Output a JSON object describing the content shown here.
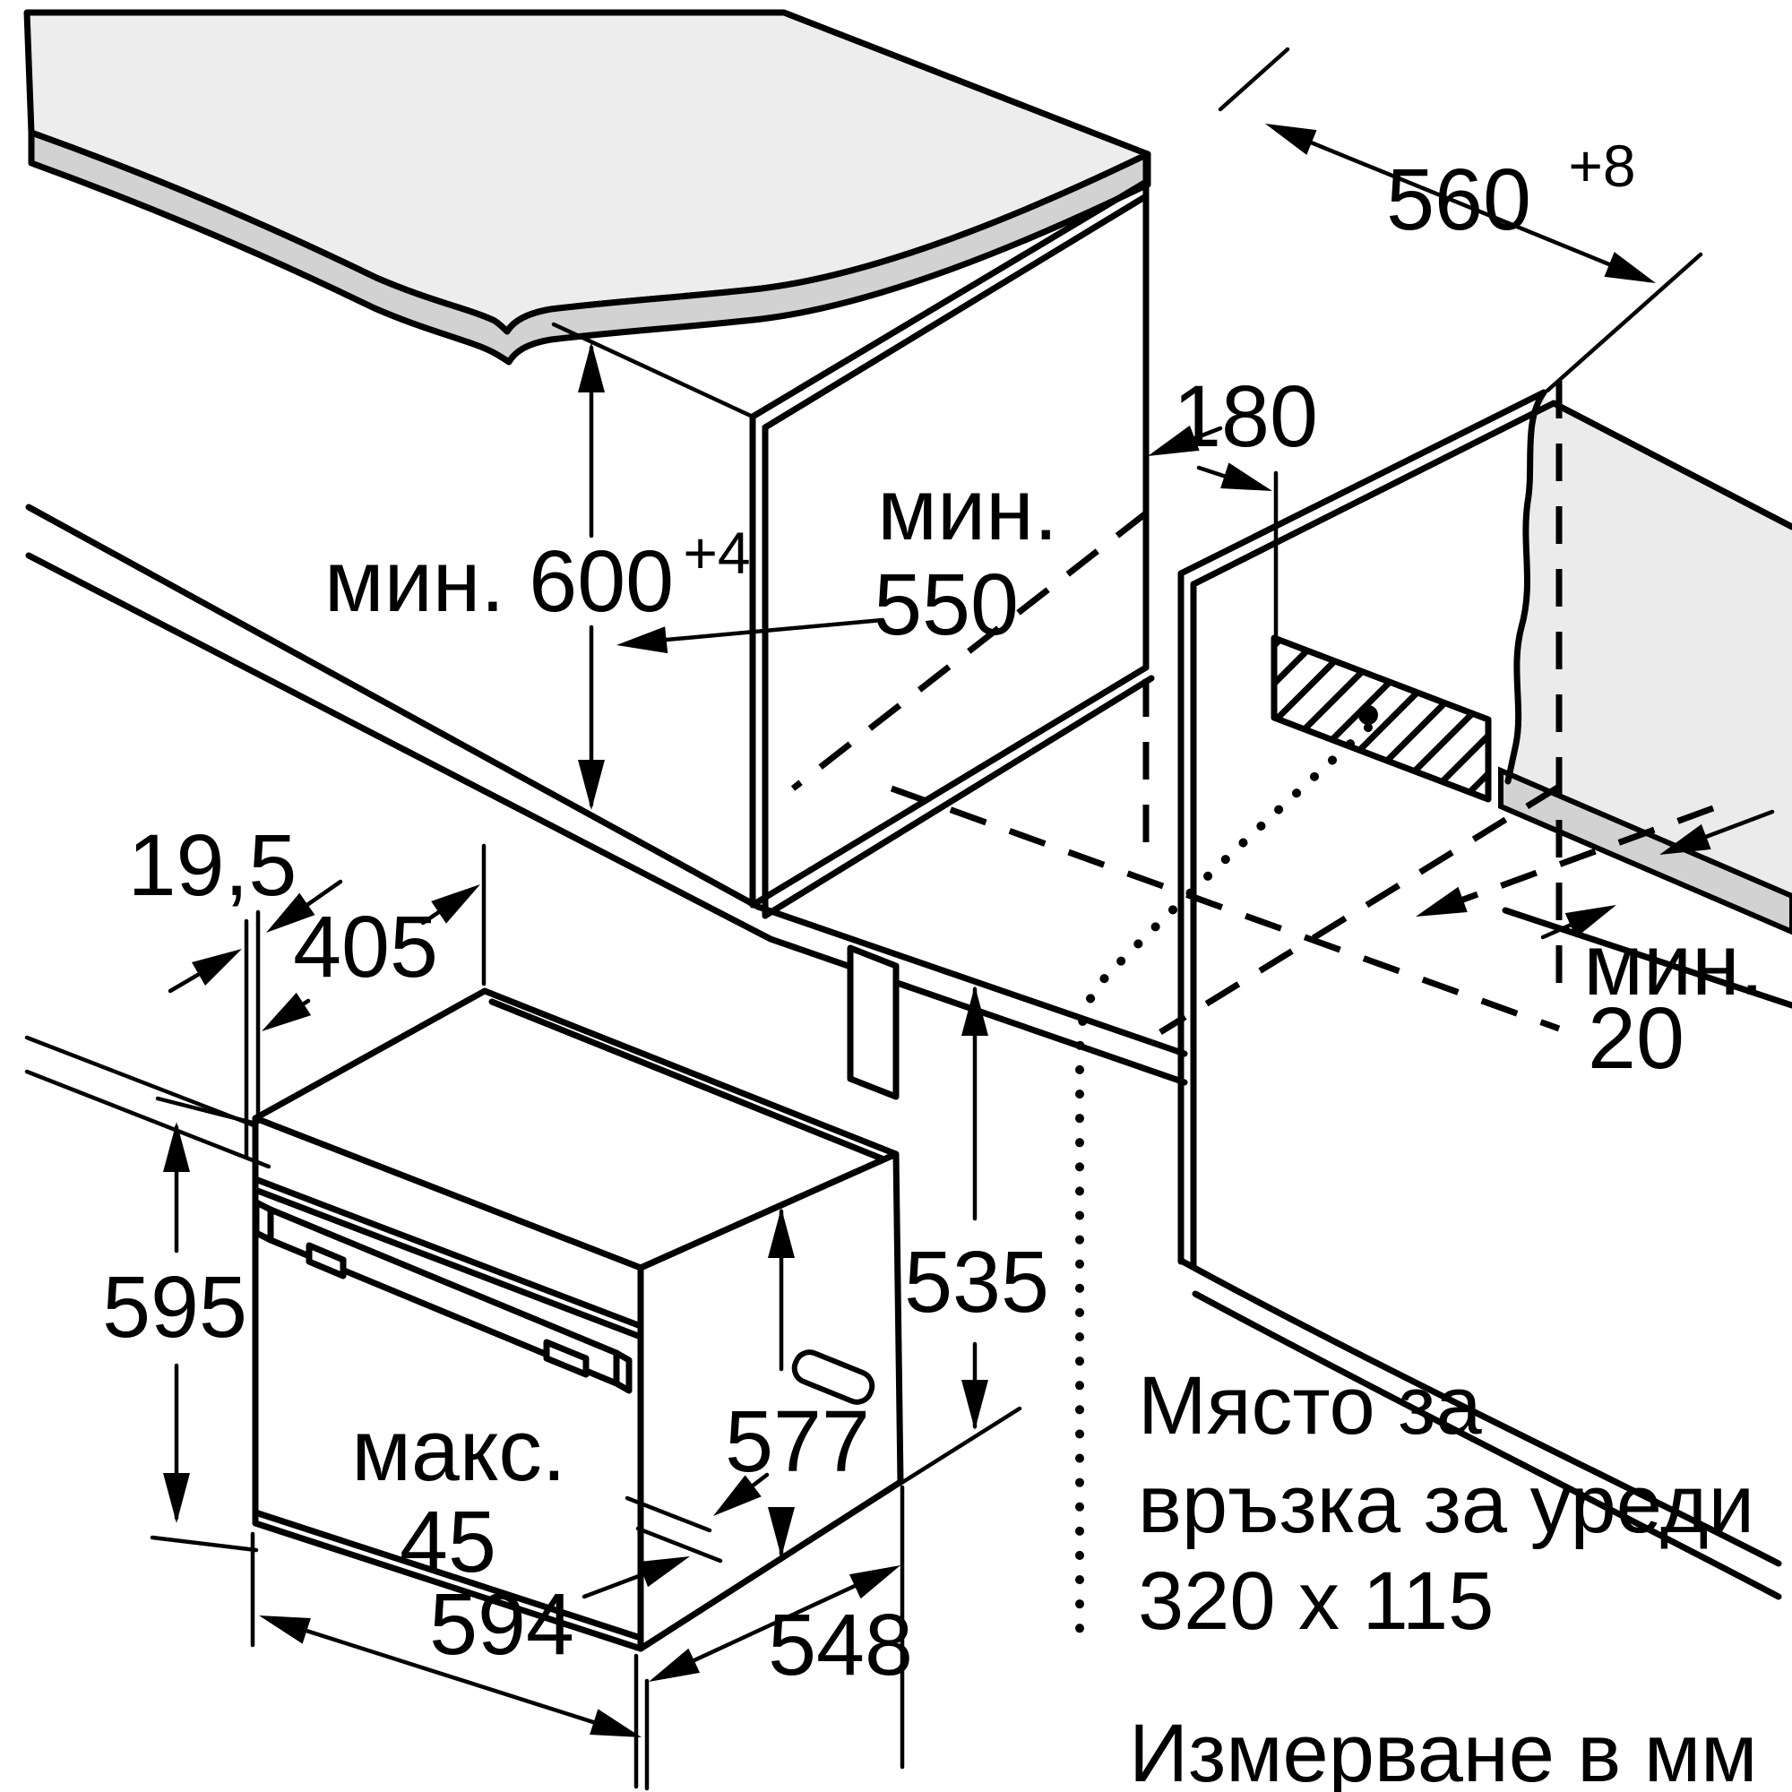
{
  "diagram": {
    "dimensions": {
      "niche_height": {
        "text": "мин. 600",
        "sup": "+4"
      },
      "niche_depth": {
        "line1": "мин.",
        "line2": "550"
      },
      "connection_offset": "180",
      "niche_width": {
        "text": "560",
        "sup": "+8"
      },
      "rear_gap": {
        "line1": "мин.",
        "line2": "20"
      },
      "front_overhang": "19,5",
      "top_depth": "405",
      "oven_front_height": "595",
      "door_protrusion": {
        "line1": "макс.",
        "line2": "45"
      },
      "carcass_height": "577",
      "rear_casing_height": "535",
      "oven_width": "594",
      "oven_depth": "548"
    },
    "annotations": {
      "connection_area_line1": "Място за",
      "connection_area_line2": "връзка за уреди",
      "connection_area_line3": "320 x 115",
      "units_note": "Измерване в мм"
    },
    "colors": {
      "line": "#000000",
      "surface_light": "#ededed",
      "surface_mid": "#d2d2d2",
      "background": "#ffffff"
    }
  }
}
